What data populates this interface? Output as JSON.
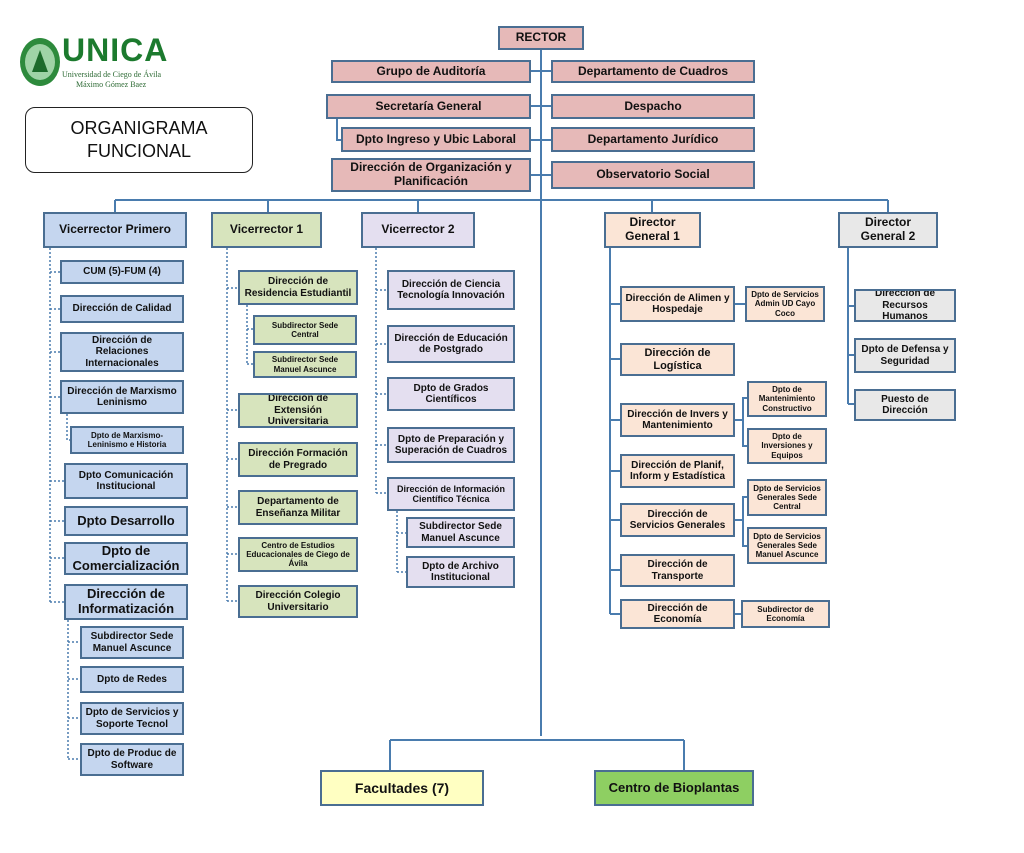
{
  "logo": {
    "name": "UNICA",
    "subtitle_line1": "Universidad de Ciego de Ávila",
    "subtitle_line2": "Máximo Gómez Baez"
  },
  "title": {
    "line1": "ORGANIGRAMA",
    "line2": "FUNCIONAL"
  },
  "rector": "RECTOR",
  "staff_left": [
    "Grupo de Auditoría",
    "Secretaría General",
    "Dpto Ingreso y Ubic Laboral",
    "Dirección de Organización y Planificación"
  ],
  "staff_right": [
    "Departamento de Cuadros",
    "Despacho",
    "Departamento Jurídico",
    "Observatorio Social"
  ],
  "vr_primero": {
    "head": "Vicerrector  Primero",
    "items": [
      "CUM (5)-FUM (4)",
      "Dirección de  Calidad",
      "Dirección de Relaciones Internacionales",
      "Dirección de Marxismo Leninismo",
      "Dpto de Marxismo-Leninismo e Historia",
      "Dpto Comunicación Institucional",
      "Dpto Desarrollo",
      "Dpto de Comercialización",
      "Dirección de Informatización",
      "Subdirector Sede Manuel Ascunce",
      "Dpto de Redes",
      "Dpto de Servicios y Soporte Tecnol",
      "Dpto de Produc de Software"
    ]
  },
  "vr1": {
    "head": "Vicerrector 1",
    "items": [
      "Dirección de Residencia Estudiantil",
      "Subdirector Sede Central",
      "Subdirector Sede Manuel Ascunce",
      "Dirección de Extensión Universitaria",
      "Dirección Formación de Pregrado",
      "Departamento de Enseñanza Militar",
      "Centro de Estudios Educacionales de Ciego de Ávila",
      "Dirección Colegio Universitario"
    ]
  },
  "vr2": {
    "head": "Vicerrector 2",
    "items": [
      "Dirección de Ciencia Tecnología Innovación",
      "Dirección de Educación de Postgrado",
      "Dpto de Grados Científicos",
      "Dpto de Preparación y Superación de Cuadros",
      "Dirección de Información Científico Técnica",
      "Subdirector Sede Manuel Ascunce",
      "Dpto de Archivo Institucional"
    ]
  },
  "dg1": {
    "head": "Director General 1",
    "items": [
      "Dirección de Alimen y Hospedaje",
      "Dpto de Servicios Admin UD Cayo Coco",
      "Dirección de Logística",
      "Dirección de Invers y Mantenimiento",
      "Dpto de Mantenimiento Constructivo",
      "Dpto de Inversiones y Equipos",
      "Dirección de Planif, Inform y Estadística",
      "Dirección de Servicios Generales",
      "Dpto de Servicios Generales Sede Central",
      "Dpto de Servicios Generales Sede Manuel Ascunce",
      "Dirección de Transporte",
      "Dirección de Economía",
      "Subdirector de Economía"
    ]
  },
  "dg2": {
    "head": "Director General 2",
    "items": [
      "Dirección de Recursos Humanos",
      "Dpto de Defensa y Seguridad",
      "Puesto de Dirección"
    ]
  },
  "bottom": [
    "Facultades  (7)",
    "Centro de Bioplantas"
  ],
  "colors": {
    "line": "#4a7cae",
    "border": "#4a6e92",
    "rector_staff": "#e6b9b8",
    "vr_primero": "#c5d6ef",
    "vr1": "#d7e4bd",
    "vr2": "#e4dff0",
    "dg1": "#fbe5d6",
    "dg2": "#e8e8e8",
    "facultades": "#ffffc2",
    "bioplantas": "#8ecf62"
  }
}
